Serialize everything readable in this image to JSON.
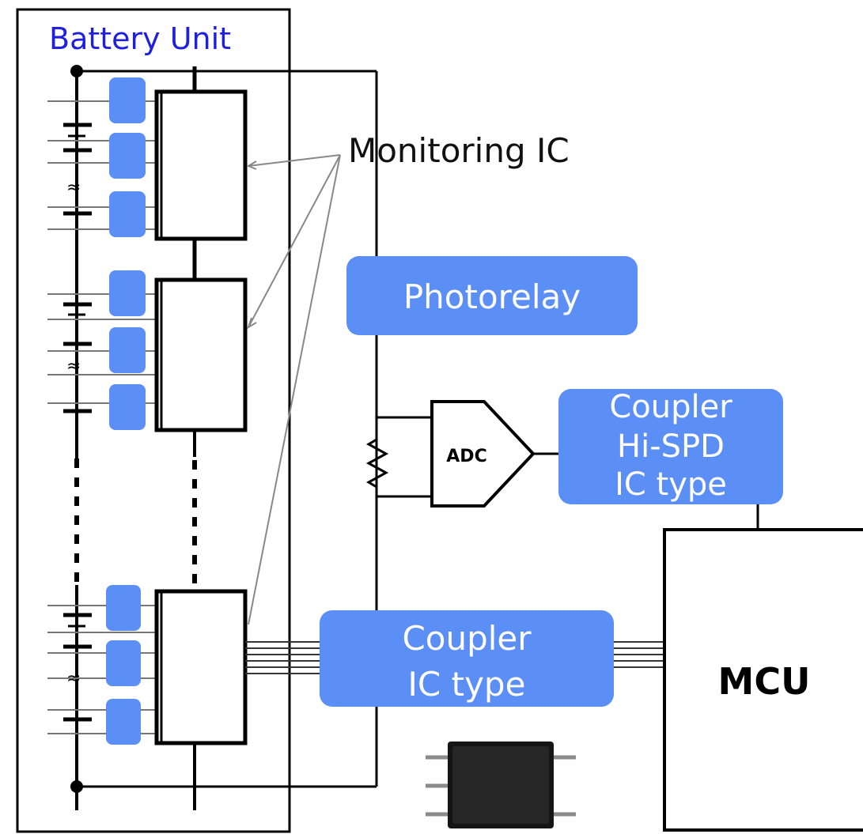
{
  "battery_unit": {
    "label": "Battery Unit"
  },
  "monitoring_ic": {
    "label": "Monitoring  IC"
  },
  "photorelay": {
    "label": "Photorelay"
  },
  "adc": {
    "label": "ADC"
  },
  "coupler_hispd": {
    "line1": "Coupler",
    "line2": "Hi-SPD",
    "line3": "IC type"
  },
  "coupler_ic": {
    "line1": "Coupler",
    "line2": "IC type"
  },
  "mcu": {
    "label": "MCU"
  },
  "colors": {
    "accent": "#5b8ff5",
    "title_blue": "#1f1fe0"
  }
}
